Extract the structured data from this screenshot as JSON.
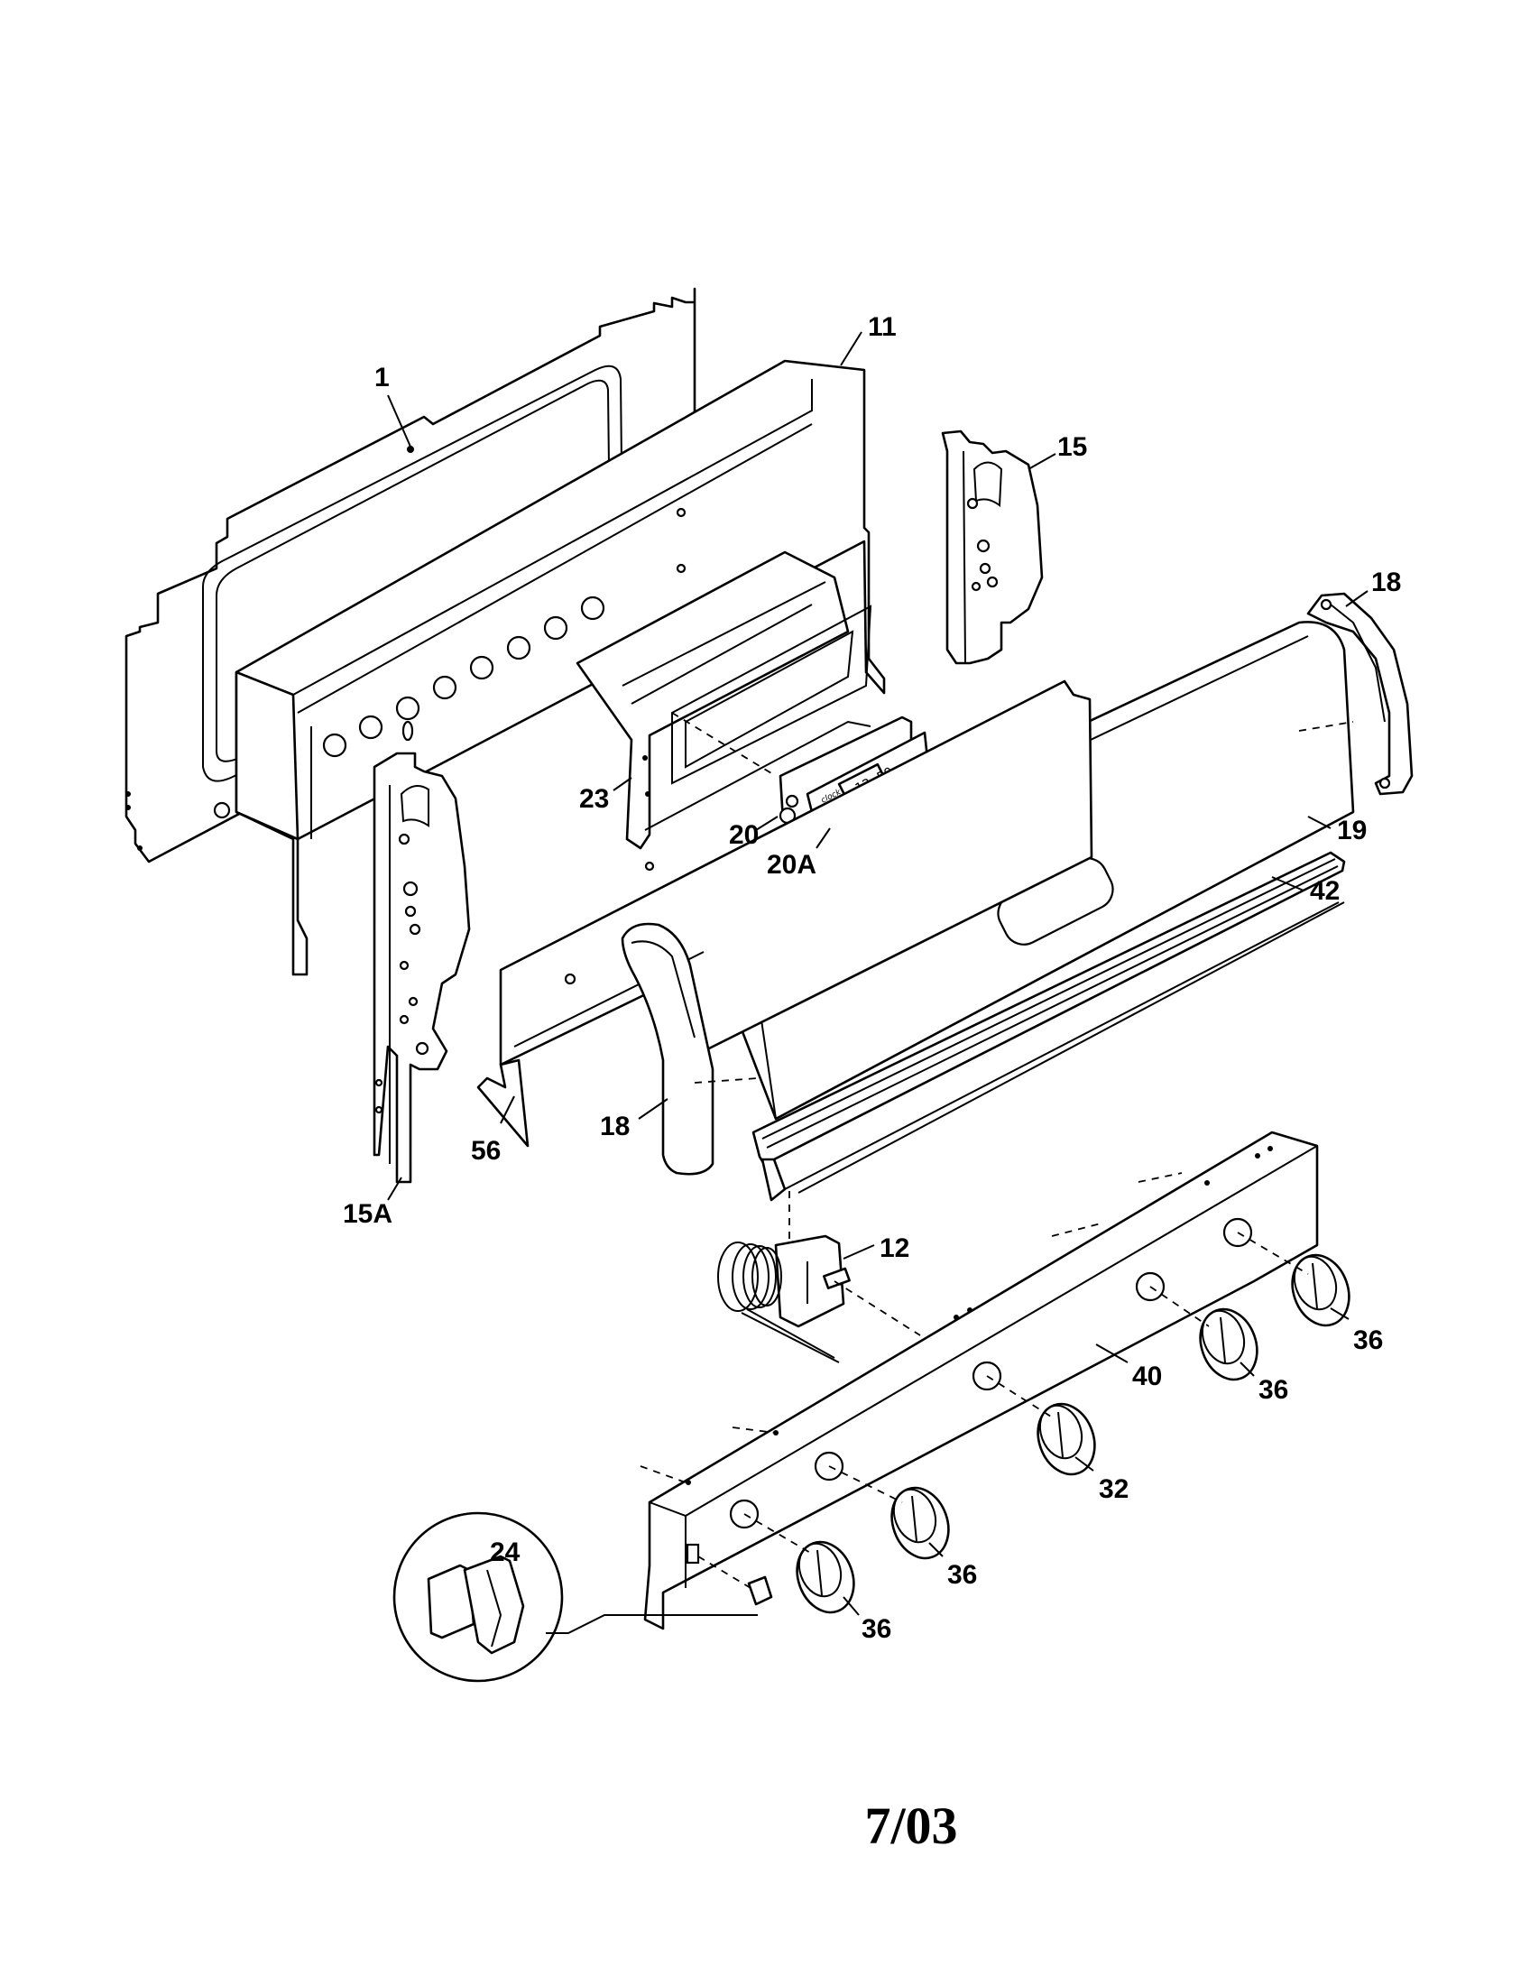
{
  "diagram": {
    "callouts": {
      "p1": "1",
      "p11": "11",
      "p15": "15",
      "p18_right": "18",
      "p23": "23",
      "p20": "20",
      "p20a": "20A",
      "p19": "19",
      "p42": "42",
      "p56": "56",
      "p18_left": "18",
      "p15a": "15A",
      "p12": "12",
      "p36_a": "36",
      "p36_b": "36",
      "p40": "40",
      "p32": "32",
      "p36_c": "36",
      "p36_d": "36",
      "p24": "24"
    },
    "clock_display": "12 59"
  },
  "footer": {
    "date": "7/03"
  }
}
